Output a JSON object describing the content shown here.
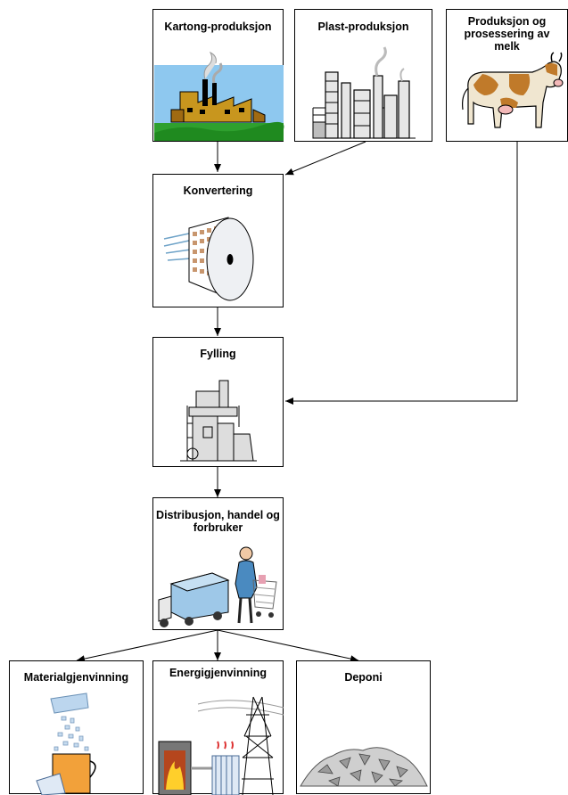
{
  "diagram": {
    "nodes": {
      "kartong": {
        "label": "Kartong-produksjon"
      },
      "plast": {
        "label": "Plast-produksjon"
      },
      "melk": {
        "label": "Produksjon og prosessering av melk"
      },
      "konvertering": {
        "label": "Konvertering"
      },
      "fylling": {
        "label": "Fylling"
      },
      "distribusjon": {
        "label": "Distribusjon, handel og forbruker"
      },
      "material": {
        "label": "Materialgjenvinning"
      },
      "energi": {
        "label": "Energigjenvinning"
      },
      "deponi": {
        "label": "Deponi"
      }
    },
    "edges": [
      {
        "from": "kartong",
        "to": "konvertering"
      },
      {
        "from": "plast",
        "to": "konvertering"
      },
      {
        "from": "konvertering",
        "to": "fylling"
      },
      {
        "from": "melk",
        "to": "fylling"
      },
      {
        "from": "fylling",
        "to": "distribusjon"
      },
      {
        "from": "distribusjon",
        "to": "material"
      },
      {
        "from": "distribusjon",
        "to": "energi"
      },
      {
        "from": "distribusjon",
        "to": "deponi"
      }
    ]
  },
  "icons": {
    "kartong": "factory-icon",
    "plast": "refinery-icon",
    "melk": "cow-icon",
    "konvertering": "paper-roll-icon",
    "fylling": "filling-machine-icon",
    "distribusjon": "shopper-truck-icon",
    "material": "recycling-icon",
    "energi": "power-plant-icon",
    "deponi": "landfill-icon"
  }
}
